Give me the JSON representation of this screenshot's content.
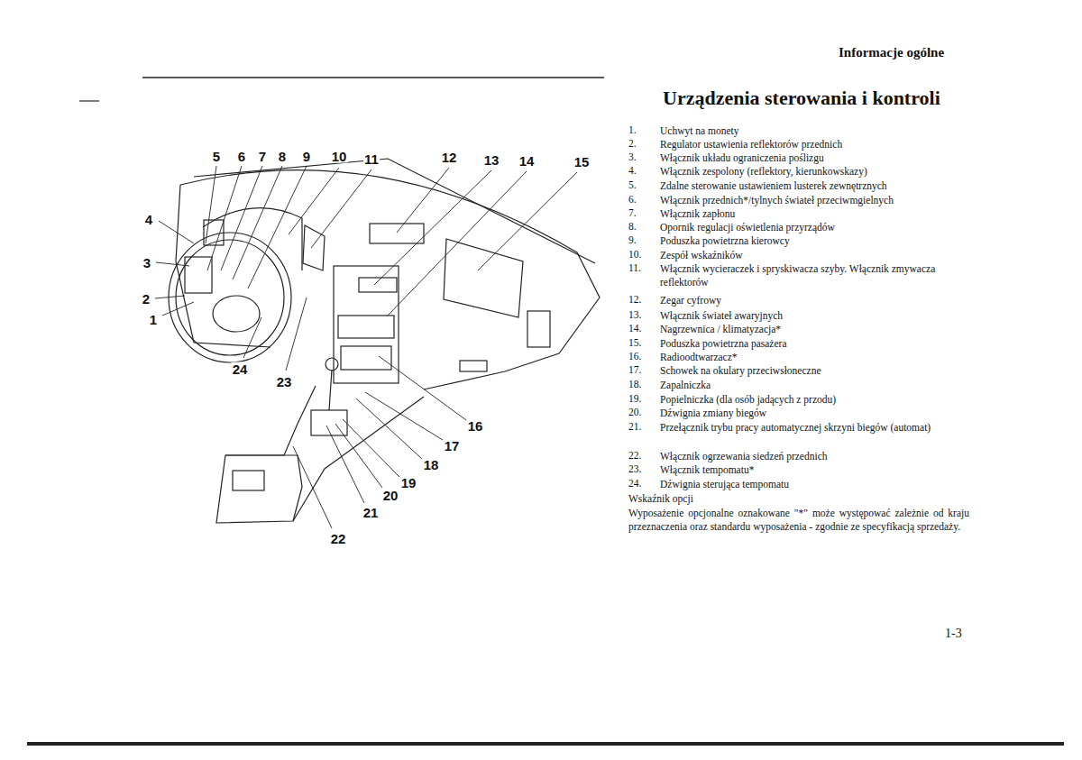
{
  "diagram": {
    "title": "Urządzenia sterowania i kontroli",
    "labels": [
      "Informacje ogólne",
      "1",
      "2",
      "3",
      "4",
      "5",
      "6",
      "7",
      "8",
      "9",
      "10",
      "11",
      "12",
      "13",
      "14",
      "15",
      "16",
      "17",
      "18",
      "19",
      "20",
      "21",
      "22",
      "23",
      "24",
      "1.",
      "Uchwyt na monety",
      "2.",
      "Regulator ustawienia reflektorów przednich",
      "3.",
      "Włącznik układu ograniczenia poślizgu",
      "4.",
      "Włącznik zespolony (reflektory, kierunkowskazy)",
      "5.",
      "Zdalne sterowanie ustawieniem lusterek zewnętrznych",
      "6.",
      "Włącznik przednich*/tylnych świateł przeciwmgielnych",
      "7.",
      "Włącznik zapłonu",
      "8.",
      "Opornik regulacji oświetlenia przyrządów",
      "9.",
      "Poduszka powietrzna kierowcy",
      "10.",
      "Zespół wskaźników",
      "11.",
      "Włącznik wycieraczek i spryskiwacza szyby. Włącznik zmywacza reflektorów",
      "12.",
      "Zegar cyfrowy",
      "13.",
      "Włącznik świateł awaryjnych",
      "14.",
      "Nagrzewnica / klimatyzacja*",
      "15.",
      "Poduszka powietrzna pasażera",
      "16.",
      "Radioodtwarzacz*",
      "17.",
      "Schowek na okulary przeciwsłoneczne",
      "18.",
      "Zapalniczka",
      "19.",
      "Popielniczka (dla osób jadących z przodu)",
      "20.",
      "Dźwignia zmiany biegów",
      "21.",
      "Przełącznik trybu pracy automatycznej skrzyni biegów (automat)",
      "22.",
      "Włącznik ogrzewania siedzeń przednich",
      "23.",
      "Włącznik tempomatu*",
      "24.",
      "Dźwignia sterująca tempomatu",
      "Wskaźnik opcji",
      "Wyposażenie opcjonalne oznakowane \"*\" może występować zależnie od kraju przeznaczenia oraz standardu wyposażenia - zgodnie ze specyfikacją sprzedaży.",
      "1-3"
    ]
  }
}
